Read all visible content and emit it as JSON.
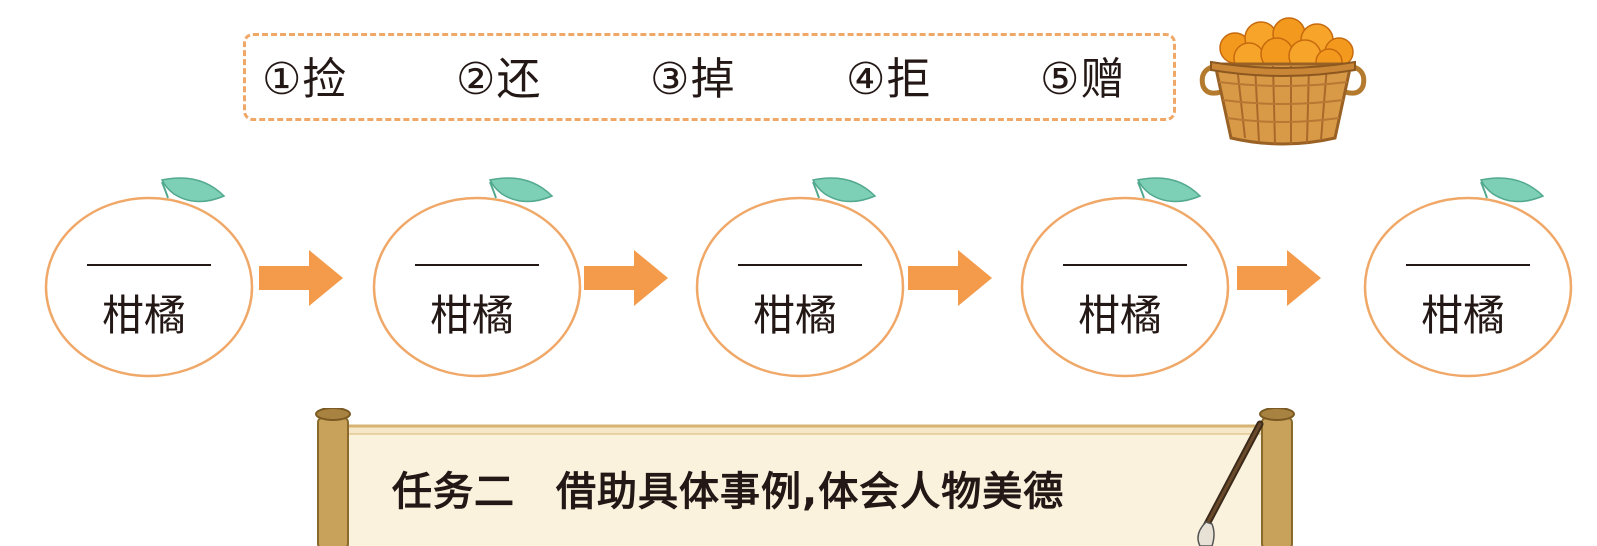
{
  "options": [
    {
      "num": "①",
      "char": "捡"
    },
    {
      "num": "②",
      "char": "还"
    },
    {
      "num": "③",
      "char": "掉"
    },
    {
      "num": "④",
      "char": "拒"
    },
    {
      "num": "⑤",
      "char": "赠"
    }
  ],
  "chain": {
    "items": [
      {
        "label": "柑橘"
      },
      {
        "label": "柑橘"
      },
      {
        "label": "柑橘"
      },
      {
        "label": "柑橘"
      },
      {
        "label": "柑橘"
      }
    ]
  },
  "task": {
    "title": "任务二　借助具体事例,体会人物美德"
  },
  "colors": {
    "dash_border": "#f0a868",
    "orange_stroke": "#f0a868",
    "leaf": "#7dcfb6",
    "arrow": "#f39a4b",
    "scroll_paper": "#f5e7c8",
    "scroll_border": "#d6b372",
    "text": "#231815"
  }
}
